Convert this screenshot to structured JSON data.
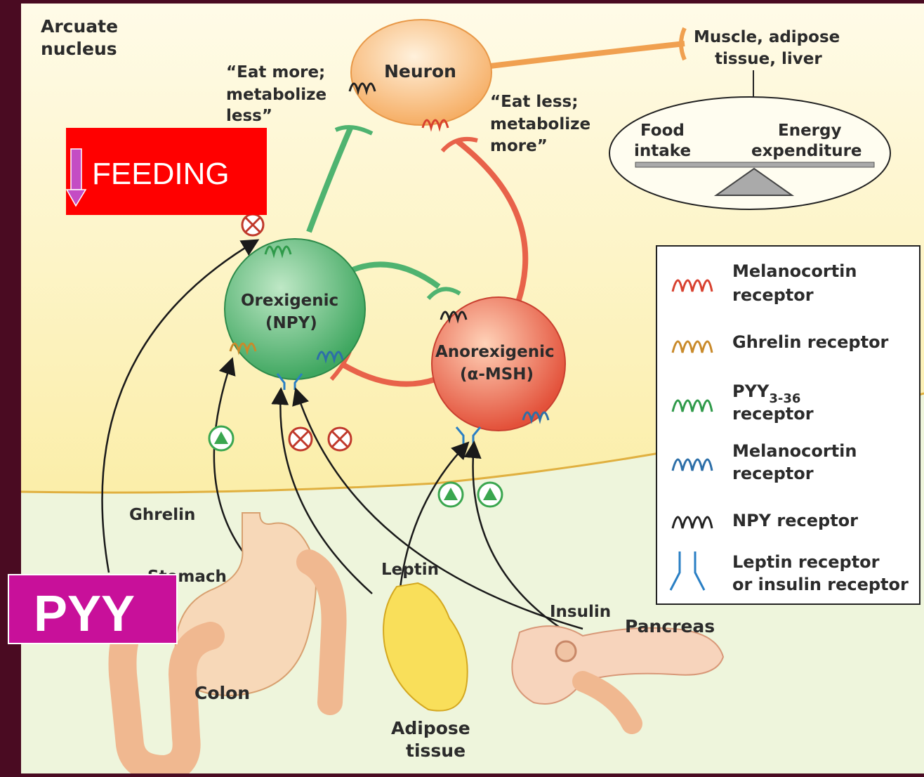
{
  "region_label": [
    "Arcuate",
    "nucleus"
  ],
  "neuron_label": "Neuron",
  "eat_more": [
    "“Eat more;",
    "metabolize",
    "less”"
  ],
  "eat_less": [
    "“Eat less;",
    "metabolize",
    "more”"
  ],
  "target_label": [
    "Muscle, adipose",
    "tissue, liver"
  ],
  "balance": {
    "left": [
      "Food",
      "intake"
    ],
    "right": [
      "Energy",
      "expenditure"
    ]
  },
  "orexigenic_label": [
    "Orexigenic",
    "(NPY)"
  ],
  "anorexigenic_label": [
    "Anorexigenic",
    "(α-MSH)"
  ],
  "feeding_box": {
    "label": "FEEDING"
  },
  "pyy_box": {
    "label": "PYY"
  },
  "organs": {
    "ghrelin": "Ghrelin",
    "stomach": "Stomach",
    "leptin": "Leptin",
    "insulin": "Insulin",
    "pancreas": "Pancreas",
    "colon": "Colon",
    "adipose": [
      "Adipose",
      "tissue"
    ]
  },
  "legend": [
    {
      "lines": [
        "Melanocortin",
        "receptor"
      ],
      "sub": "",
      "color": "#d8412f",
      "icon": "melanocortin-receptor-icon"
    },
    {
      "lines": [
        "Ghrelin receptor"
      ],
      "sub": "",
      "color": "#c98a2a",
      "icon": "ghrelin-receptor-icon"
    },
    {
      "lines": [
        "PYY",
        "receptor"
      ],
      "sub": "3-36",
      "color": "#2f9a4a",
      "icon": "pyy-receptor-icon"
    },
    {
      "lines": [
        "Melanocortin",
        "receptor"
      ],
      "sub": "",
      "color": "#2d6fa8",
      "icon": "melanocortin-receptor-blue-icon"
    },
    {
      "lines": [
        "NPY receptor"
      ],
      "sub": "",
      "color": "#222222",
      "icon": "npy-receptor-icon"
    },
    {
      "lines": [
        "Leptin receptor",
        "or insulin receptor"
      ],
      "sub": "",
      "color": "#2a7fc4",
      "icon": "leptin-insulin-receptor-icon"
    }
  ],
  "colors": {
    "background": "#4a0b22",
    "upper_panel": "#fdf5c8",
    "lower_panel": "#eef4d8",
    "orexigenic": "#4fb370",
    "anorexigenic": "#e8624a",
    "neuron": "#f7b56a",
    "feeding_box": "#ff0000",
    "pyy_box": "#c8109a",
    "stimulate_badge": "#3aa64f",
    "inhibit_badge": "#c0392b"
  }
}
